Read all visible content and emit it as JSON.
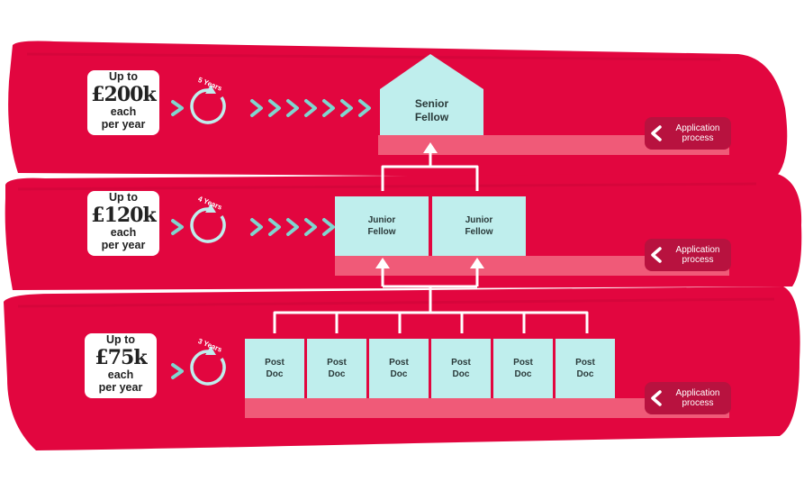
{
  "tiers": [
    {
      "id": "senior",
      "funding": {
        "prefix": "Up to",
        "amount": "£200k",
        "suffix_line1": "each",
        "suffix_line2": "per year"
      },
      "duration": "5 Years",
      "roles": [
        {
          "line1": "Senior",
          "line2": "Fellow"
        }
      ],
      "application": {
        "line1": "Application",
        "line2": "process"
      }
    },
    {
      "id": "junior",
      "funding": {
        "prefix": "Up to",
        "amount": "£120k",
        "suffix_line1": "each",
        "suffix_line2": "per year"
      },
      "duration": "4 Years",
      "roles": [
        {
          "line1": "Junior",
          "line2": "Fellow"
        },
        {
          "line1": "Junior",
          "line2": "Fellow"
        }
      ],
      "application": {
        "line1": "Application",
        "line2": "process"
      }
    },
    {
      "id": "postdoc",
      "funding": {
        "prefix": "Up to",
        "amount": "£75k",
        "suffix_line1": "each",
        "suffix_line2": "per year"
      },
      "duration": "3 Years",
      "roles": [
        {
          "line1": "Post",
          "line2": "Doc"
        },
        {
          "line1": "Post",
          "line2": "Doc"
        },
        {
          "line1": "Post",
          "line2": "Doc"
        },
        {
          "line1": "Post",
          "line2": "Doc"
        },
        {
          "line1": "Post",
          "line2": "Doc"
        },
        {
          "line1": "Post",
          "line2": "Doc"
        }
      ],
      "application": {
        "line1": "Application",
        "line2": "process"
      }
    }
  ],
  "colors": {
    "brand_red": "#e2063f",
    "dark_red": "#b8123f",
    "pink_bar": "#f05a78",
    "teal_box": "#bfeeed",
    "teal_chevron": "#7fd6cf",
    "arrow_white": "#ffffff"
  },
  "icons": [
    "cycle-icon",
    "chevron-right-icon",
    "chevron-left-icon",
    "up-arrow-icon"
  ]
}
